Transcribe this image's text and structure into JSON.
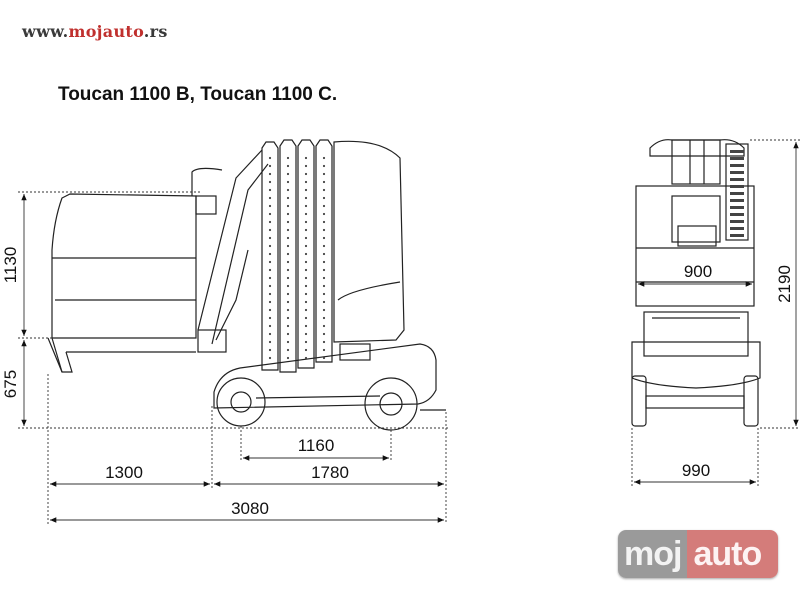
{
  "header": {
    "url_prefix": "www.",
    "url_brand": "mojauto",
    "url_suffix": ".rs",
    "title": "Toucan 1100 B, Toucan 1100 C."
  },
  "dimensions": {
    "platform_height": "1130",
    "floor_height": "675",
    "wheelbase": "1160",
    "front_overhang": "1300",
    "base_length": "1780",
    "total_length": "3080",
    "platform_width": "900",
    "total_height": "2190",
    "base_width": "990"
  },
  "logo": {
    "part_a": "moj",
    "part_b": "auto"
  },
  "colors": {
    "brand_red": "#c0302e",
    "logo_gray": "#9a9a9a",
    "logo_pink": "#d47c7a"
  }
}
